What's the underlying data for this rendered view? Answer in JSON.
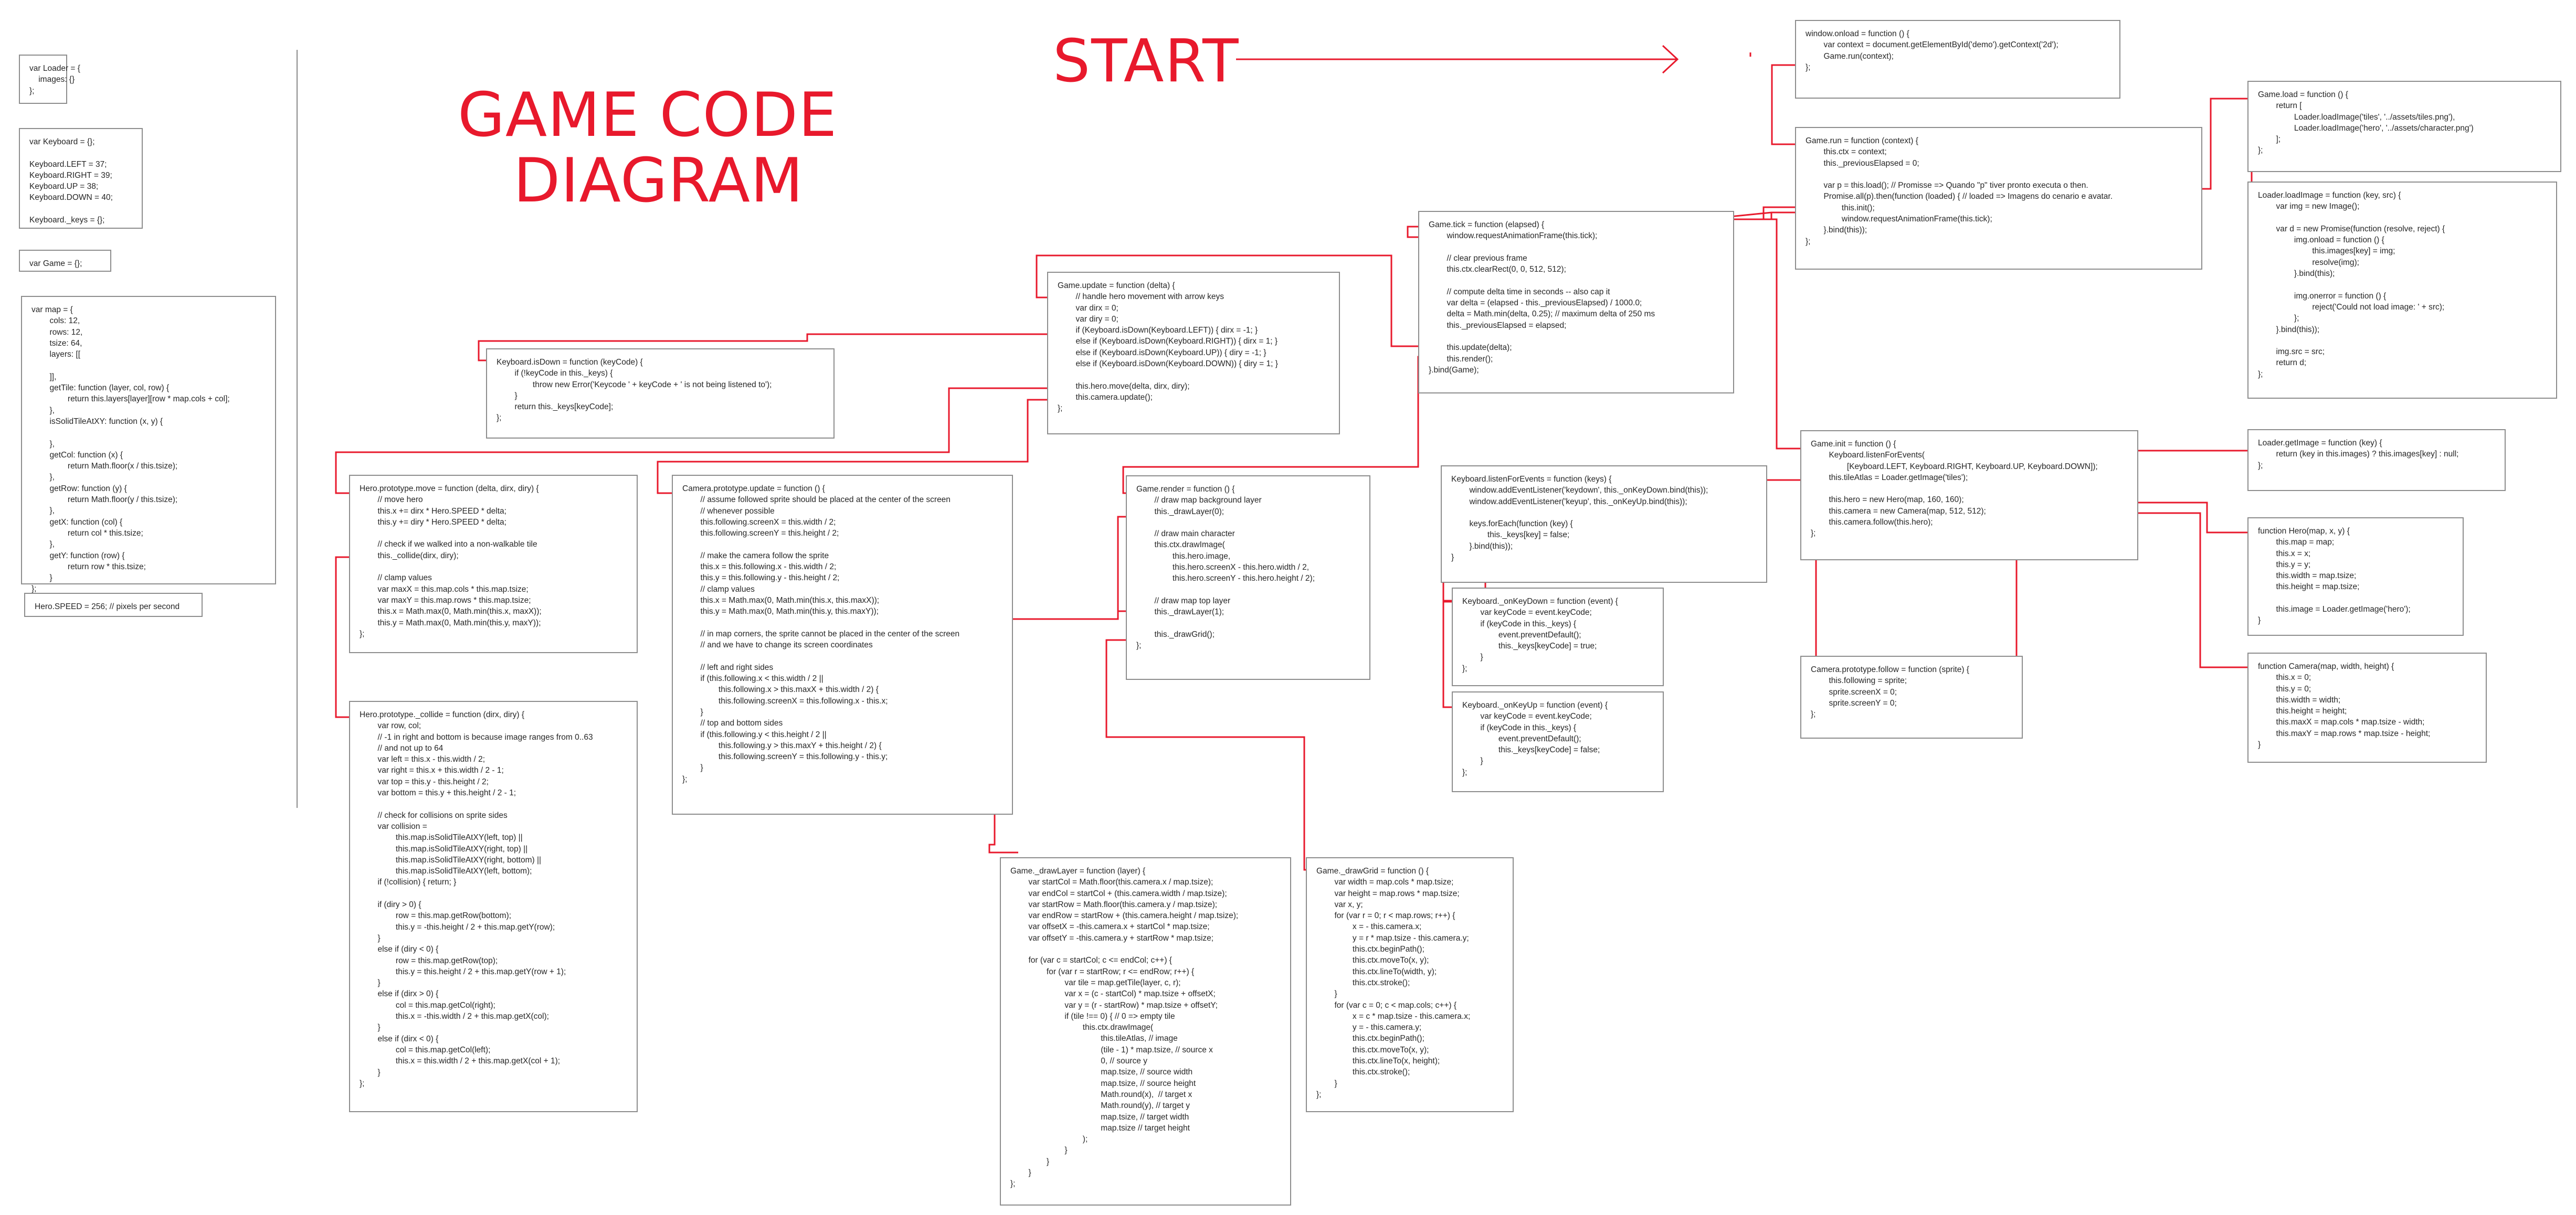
{
  "titles": {
    "start": "START",
    "diagram_line1": "GAME CODE",
    "diagram_line2": "DIAGRAM"
  },
  "colors": {
    "accent": "#e8192c",
    "box_border": "#8d8d8d",
    "text": "#262626"
  },
  "boxes": {
    "loader_var": [
      "var Loader = {",
      "    images: {}",
      "};"
    ],
    "keyboard_var": [
      "var Keyboard = {};",
      "",
      "Keyboard.LEFT = 37;",
      "Keyboard.RIGHT = 39;",
      "Keyboard.UP = 38;",
      "Keyboard.DOWN = 40;",
      "",
      "Keyboard._keys = {};"
    ],
    "game_var": [
      "var Game = {};"
    ],
    "map_var": [
      "var map = {",
      "        cols: 12,",
      "        rows: 12,",
      "        tsize: 64,",
      "        layers: [[",
      "",
      "        ]],",
      "        getTile: function (layer, col, row) {",
      "                return this.layers[layer][row * map.cols + col];",
      "        },",
      "        isSolidTileAtXY: function (x, y) {",
      "",
      "        },",
      "        getCol: function (x) {",
      "                return Math.floor(x / this.tsize);",
      "        },",
      "        getRow: function (y) {",
      "                return Math.floor(y / this.tsize);",
      "        },",
      "        getX: function (col) {",
      "                return col * this.tsize;",
      "        },",
      "        getY: function (row) {",
      "                return row * this.tsize;",
      "        }",
      "};"
    ],
    "hero_speed": [
      "Hero.SPEED = 256; // pixels per second"
    ],
    "keyboard_isdown": [
      "Keyboard.isDown = function (keyCode) {",
      "        if (!keyCode in this._keys) {",
      "                throw new Error('Keycode ' + keyCode + ' is not being listened to');",
      "        }",
      "        return this._keys[keyCode];",
      "};"
    ],
    "hero_move": [
      "Hero.prototype.move = function (delta, dirx, diry) {",
      "        // move hero",
      "        this.x += dirx * Hero.SPEED * delta;",
      "        this.y += diry * Hero.SPEED * delta;",
      "",
      "        // check if we walked into a non-walkable tile",
      "        this._collide(dirx, diry);",
      "",
      "        // clamp values",
      "        var maxX = this.map.cols * this.map.tsize;",
      "        var maxY = this.map.rows * this.map.tsize;",
      "        this.x = Math.max(0, Math.min(this.x, maxX));",
      "        this.y = Math.max(0, Math.min(this.y, maxY));",
      "};"
    ],
    "hero_collide": [
      "Hero.prototype._collide = function (dirx, diry) {",
      "        var row, col;",
      "        // -1 in right and bottom is because image ranges from 0..63",
      "        // and not up to 64",
      "        var left = this.x - this.width / 2;",
      "        var right = this.x + this.width / 2 - 1;",
      "        var top = this.y - this.height / 2;",
      "        var bottom = this.y + this.height / 2 - 1;",
      "",
      "        // check for collisions on sprite sides",
      "        var collision =",
      "                this.map.isSolidTileAtXY(left, top) ||",
      "                this.map.isSolidTileAtXY(right, top) ||",
      "                this.map.isSolidTileAtXY(right, bottom) ||",
      "                this.map.isSolidTileAtXY(left, bottom);",
      "        if (!collision) { return; }",
      "",
      "        if (diry > 0) {",
      "                row = this.map.getRow(bottom);",
      "                this.y = -this.height / 2 + this.map.getY(row);",
      "        }",
      "        else if (diry < 0) {",
      "                row = this.map.getRow(top);",
      "                this.y = this.height / 2 + this.map.getY(row + 1);",
      "        }",
      "        else if (dirx > 0) {",
      "                col = this.map.getCol(right);",
      "                this.x = -this.width / 2 + this.map.getX(col);",
      "        }",
      "        else if (dirx < 0) {",
      "                col = this.map.getCol(left);",
      "                this.x = this.width / 2 + this.map.getX(col + 1);",
      "        }",
      "};"
    ],
    "camera_update": [
      "Camera.prototype.update = function () {",
      "        // assume followed sprite should be placed at the center of the screen",
      "        // whenever possible",
      "        this.following.screenX = this.width / 2;",
      "        this.following.screenY = this.height / 2;",
      "",
      "        // make the camera follow the sprite",
      "        this.x = this.following.x - this.width / 2;",
      "        this.y = this.following.y - this.height / 2;",
      "        // clamp values",
      "        this.x = Math.max(0, Math.min(this.x, this.maxX));",
      "        this.y = Math.max(0, Math.min(this.y, this.maxY));",
      "",
      "        // in map corners, the sprite cannot be placed in the center of the screen",
      "        // and we have to change its screen coordinates",
      "",
      "        // left and right sides",
      "        if (this.following.x < this.width / 2 ||",
      "                this.following.x > this.maxX + this.width / 2) {",
      "                this.following.screenX = this.following.x - this.x;",
      "        }",
      "        // top and bottom sides",
      "        if (this.following.y < this.height / 2 ||",
      "                this.following.y > this.maxY + this.height / 2) {",
      "                this.following.screenY = this.following.y - this.y;",
      "        }",
      "};"
    ],
    "game_update": [
      "Game.update = function (delta) {",
      "        // handle hero movement with arrow keys",
      "        var dirx = 0;",
      "        var diry = 0;",
      "        if (Keyboard.isDown(Keyboard.LEFT)) { dirx = -1; }",
      "        else if (Keyboard.isDown(Keyboard.RIGHT)) { dirx = 1; }",
      "        else if (Keyboard.isDown(Keyboard.UP)) { diry = -1; }",
      "        else if (Keyboard.isDown(Keyboard.DOWN)) { diry = 1; }",
      "",
      "        this.hero.move(delta, dirx, diry);",
      "        this.camera.update();",
      "};"
    ],
    "game_render": [
      "Game.render = function () {",
      "        // draw map background layer",
      "        this._drawLayer(0);",
      "",
      "        // draw main character",
      "        this.ctx.drawImage(",
      "                this.hero.image,",
      "                this.hero.screenX - this.hero.width / 2,",
      "                this.hero.screenY - this.hero.height / 2);",
      "",
      "        // draw map top layer",
      "        this._drawLayer(1);",
      "",
      "        this._drawGrid();",
      "};"
    ],
    "game_drawlayer": [
      "Game._drawLayer = function (layer) {",
      "        var startCol = Math.floor(this.camera.x / map.tsize);",
      "        var endCol = startCol + (this.camera.width / map.tsize);",
      "        var startRow = Math.floor(this.camera.y / map.tsize);",
      "        var endRow = startRow + (this.camera.height / map.tsize);",
      "        var offsetX = -this.camera.x + startCol * map.tsize;",
      "        var offsetY = -this.camera.y + startRow * map.tsize;",
      "",
      "        for (var c = startCol; c <= endCol; c++) {",
      "                for (var r = startRow; r <= endRow; r++) {",
      "                        var tile = map.getTile(layer, c, r);",
      "                        var x = (c - startCol) * map.tsize + offsetX;",
      "                        var y = (r - startRow) * map.tsize + offsetY;",
      "                        if (tile !== 0) { // 0 => empty tile",
      "                                this.ctx.drawImage(",
      "                                        this.tileAtlas, // image",
      "                                        (tile - 1) * map.tsize, // source x",
      "                                        0, // source y",
      "                                        map.tsize, // source width",
      "                                        map.tsize, // source height",
      "                                        Math.round(x),  // target x",
      "                                        Math.round(y), // target y",
      "                                        map.tsize, // target width",
      "                                        map.tsize // target height",
      "                                );",
      "                        }",
      "                }",
      "        }",
      "};"
    ],
    "game_drawgrid": [
      "Game._drawGrid = function () {",
      "        var width = map.cols * map.tsize;",
      "        var height = map.rows * map.tsize;",
      "        var x, y;",
      "        for (var r = 0; r < map.rows; r++) {",
      "                x = - this.camera.x;",
      "                y = r * map.tsize - this.camera.y;",
      "                this.ctx.beginPath();",
      "                this.ctx.moveTo(x, y);",
      "                this.ctx.lineTo(width, y);",
      "                this.ctx.stroke();",
      "        }",
      "        for (var c = 0; c < map.cols; c++) {",
      "                x = c * map.tsize - this.camera.x;",
      "                y = - this.camera.y;",
      "                this.ctx.beginPath();",
      "                this.ctx.moveTo(x, y);",
      "                this.ctx.lineTo(x, height);",
      "                this.ctx.stroke();",
      "        }",
      "};"
    ],
    "game_tick": [
      "Game.tick = function (elapsed) {",
      "        window.requestAnimationFrame(this.tick);",
      "",
      "        // clear previous frame",
      "        this.ctx.clearRect(0, 0, 512, 512);",
      "",
      "        // compute delta time in seconds -- also cap it",
      "        var delta = (elapsed - this._previousElapsed) / 1000.0;",
      "        delta = Math.min(delta, 0.25); // maximum delta of 250 ms",
      "        this._previousElapsed = elapsed;",
      "",
      "        this.update(delta);",
      "        this.render();",
      "}.bind(Game);"
    ],
    "kb_listen": [
      "Keyboard.listenForEvents = function (keys) {",
      "        window.addEventListener('keydown', this._onKeyDown.bind(this));",
      "        window.addEventListener('keyup', this._onKeyUp.bind(this));",
      "",
      "        keys.forEach(function (key) {",
      "                this._keys[key] = false;",
      "        }.bind(this));",
      "}"
    ],
    "kb_keydown": [
      "Keyboard._onKeyDown = function (event) {",
      "        var keyCode = event.keyCode;",
      "        if (keyCode in this._keys) {",
      "                event.preventDefault();",
      "                this._keys[keyCode] = true;",
      "        }",
      "};"
    ],
    "kb_keyup": [
      "Keyboard._onKeyUp = function (event) {",
      "        var keyCode = event.keyCode;",
      "        if (keyCode in this._keys) {",
      "                event.preventDefault();",
      "                this._keys[keyCode] = false;",
      "        }",
      "};"
    ],
    "window_onload": [
      "window.onload = function () {",
      "        var context = document.getElementById('demo').getContext('2d');",
      "        Game.run(context);",
      "};"
    ],
    "game_run": [
      "Game.run = function (context) {",
      "        this.ctx = context;",
      "        this._previousElapsed = 0;",
      "",
      "        var p = this.load(); // Promisse => Quando \"p\" tiver pronto executa o then.",
      "        Promise.all(p).then(function (loaded) { // loaded => Imagens do cenario e avatar.",
      "                this.init();",
      "                window.requestAnimationFrame(this.tick);",
      "        }.bind(this));",
      "};"
    ],
    "game_init": [
      "Game.init = function () {",
      "        Keyboard.listenForEvents(",
      "                [Keyboard.LEFT, Keyboard.RIGHT, Keyboard.UP, Keyboard.DOWN]);",
      "        this.tileAtlas = Loader.getImage('tiles');",
      "",
      "        this.hero = new Hero(map, 160, 160);",
      "        this.camera = new Camera(map, 512, 512);",
      "        this.camera.follow(this.hero);",
      "};"
    ],
    "camera_follow": [
      "Camera.prototype.follow = function (sprite) {",
      "        this.following = sprite;",
      "        sprite.screenX = 0;",
      "        sprite.screenY = 0;",
      "};"
    ],
    "game_load": [
      "Game.load = function () {",
      "        return [",
      "                Loader.loadImage('tiles', '../assets/tiles.png'),",
      "                Loader.loadImage('hero', '../assets/character.png')",
      "        ];",
      "};"
    ],
    "loader_loadimage": [
      "Loader.loadImage = function (key, src) {",
      "        var img = new Image();",
      "",
      "        var d = new Promise(function (resolve, reject) {",
      "                img.onload = function () {",
      "                        this.images[key] = img;",
      "                        resolve(img);",
      "                }.bind(this);",
      "",
      "                img.onerror = function () {",
      "                        reject('Could not load image: ' + src);",
      "                };",
      "        }.bind(this));",
      "",
      "        img.src = src;",
      "        return d;",
      "};"
    ],
    "loader_getimage": [
      "Loader.getImage = function (key) {",
      "        return (key in this.images) ? this.images[key] : null;",
      "};"
    ],
    "hero_ctor": [
      "function Hero(map, x, y) {",
      "        this.map = map;",
      "        this.x = x;",
      "        this.y = y;",
      "        this.width = map.tsize;",
      "        this.height = map.tsize;",
      "",
      "        this.image = Loader.getImage('hero');",
      "}"
    ],
    "camera_ctor": [
      "function Camera(map, width, height) {",
      "        this.x = 0;",
      "        this.y = 0;",
      "        this.width = width;",
      "        this.height = height;",
      "        this.maxX = map.cols * map.tsize - width;",
      "        this.maxY = map.rows * map.tsize - height;",
      "}"
    ]
  }
}
